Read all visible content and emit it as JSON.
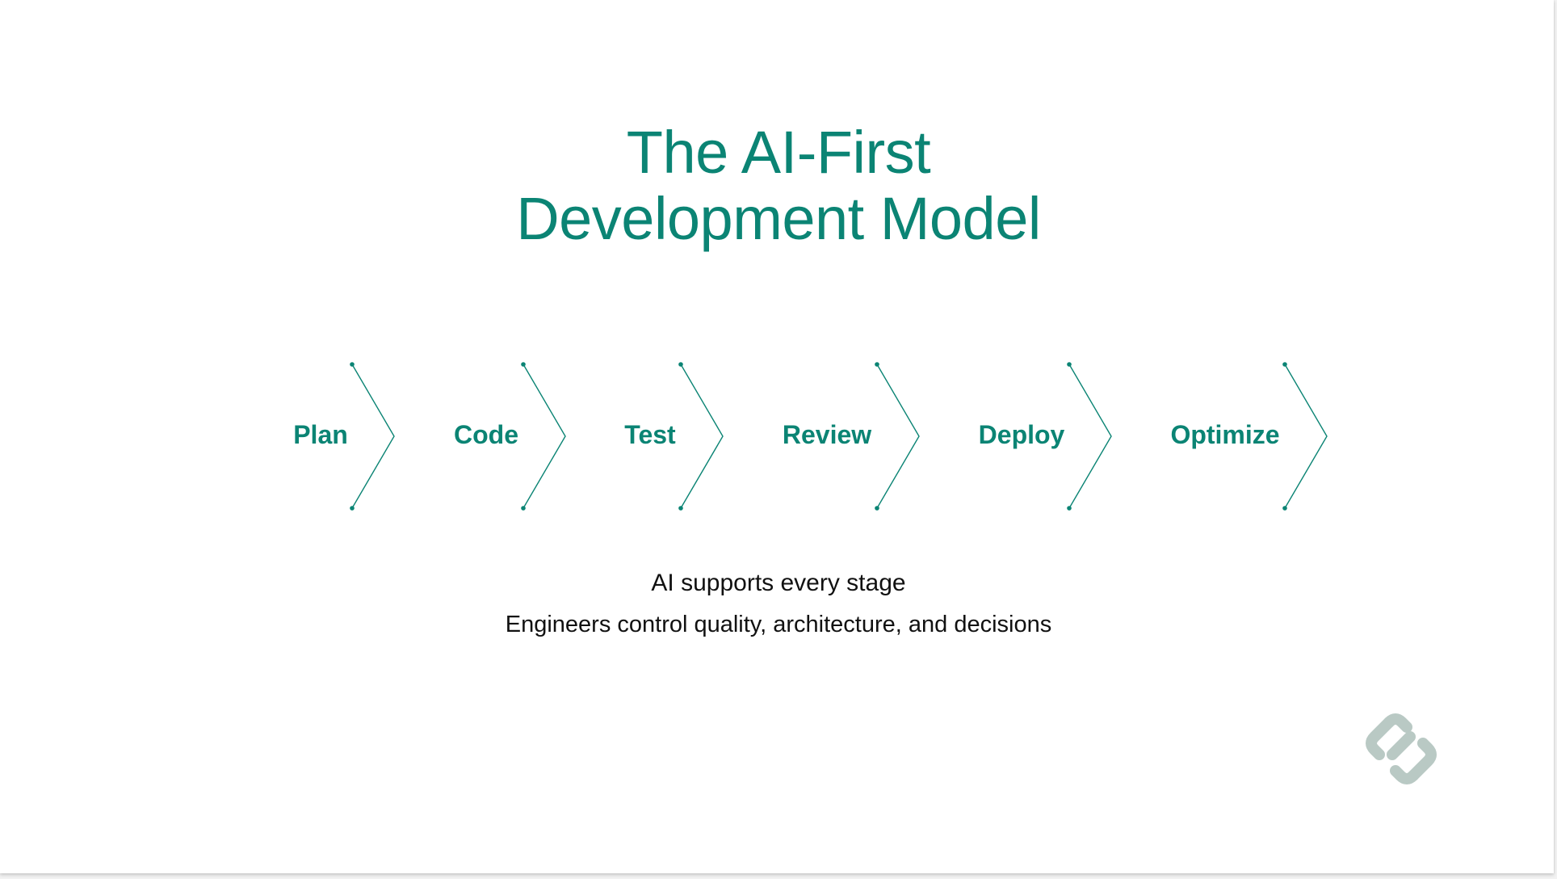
{
  "slide": {
    "title_line1": "The AI-First",
    "title_line2": "Development Model",
    "stages": [
      {
        "label": "Plan"
      },
      {
        "label": "Code"
      },
      {
        "label": "Test"
      },
      {
        "label": "Review"
      },
      {
        "label": "Deploy"
      },
      {
        "label": "Optimize"
      }
    ],
    "caption_primary": "AI supports every stage",
    "caption_secondary": "Engineers control quality, architecture, and decisions",
    "logo_icon": "brand-link-logo-icon"
  },
  "colors": {
    "accent": "#0b8474",
    "text": "#111111",
    "logo": "#b9c9c4"
  }
}
